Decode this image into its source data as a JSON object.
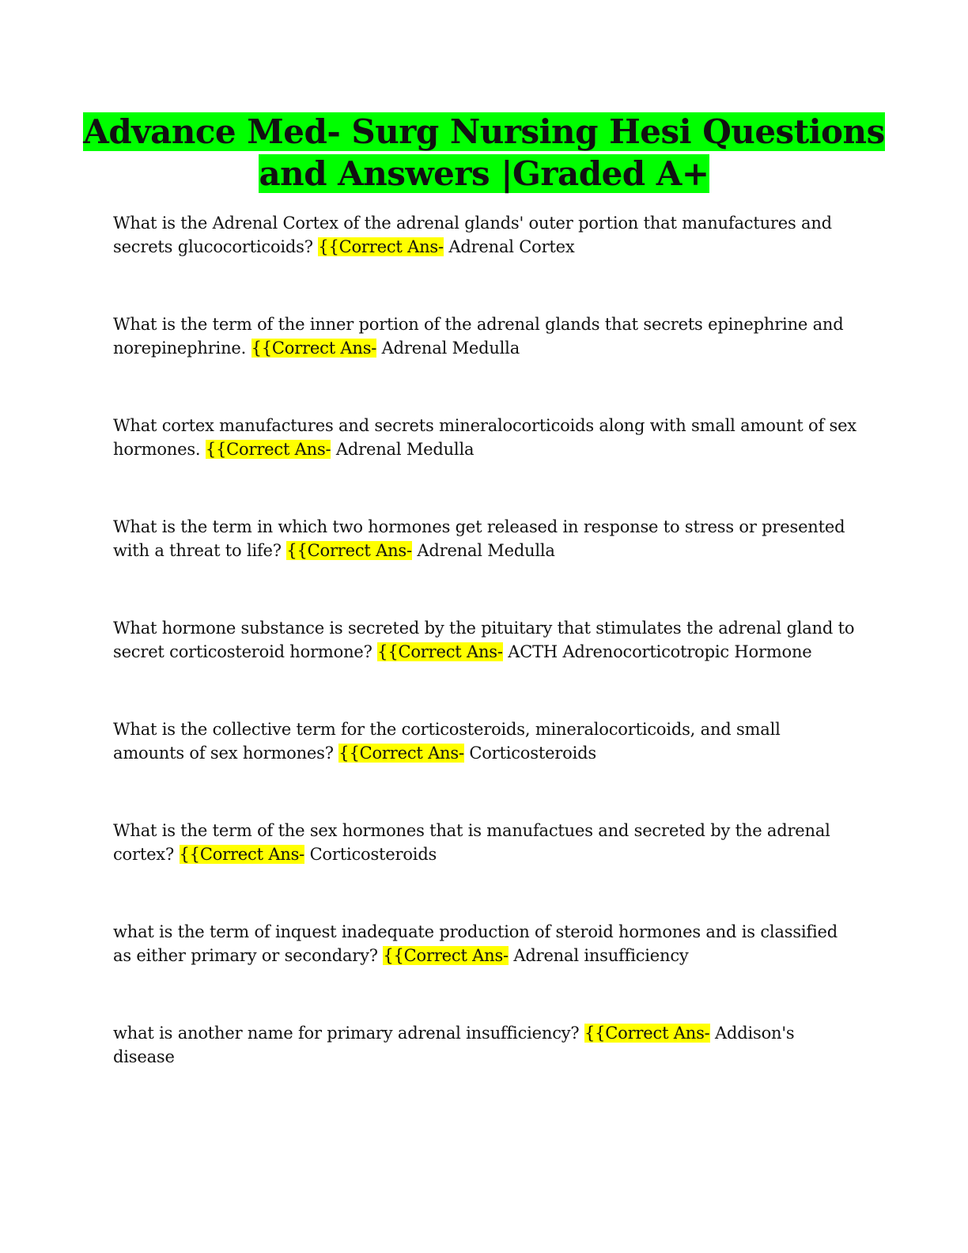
{
  "document": {
    "title_line1": "Advance Med- Surg Nursing Hesi Questions",
    "title_line2": "and Answers |Graded A+",
    "title_highlight_color": "#00ff00",
    "answer_tag_highlight_color": "#ffff00",
    "items": [
      {
        "question": "What is the Adrenal Cortex of the adrenal glands' outer portion that manufactures and secrets glucocorticoids?",
        "tag": "{{Correct Ans-",
        "answer": "Adrenal Cortex"
      },
      {
        "question": "What is the term of the inner portion of the adrenal glands that secrets epinephrine and norepinephrine.",
        "tag": "{{Correct Ans-",
        "answer": "Adrenal Medulla"
      },
      {
        "question": "What cortex manufactures and secrets mineralocorticoids along with small amount of sex hormones.",
        "tag": "{{Correct Ans-",
        "answer": "Adrenal Medulla"
      },
      {
        "question": "What is the term in which two hormones get released in response to stress or presented with a threat to life?",
        "tag": "{{Correct Ans-",
        "answer": "Adrenal Medulla"
      },
      {
        "question": "What hormone substance is secreted by the pituitary that stimulates the adrenal gland to secret corticosteroid hormone?",
        "tag": "{{Correct Ans-",
        "answer": "ACTH Adrenocorticotropic Hormone"
      },
      {
        "question": "What is the collective term for the corticosteroids, mineralocorticoids, and small amounts of sex hormones?",
        "tag": "{{Correct Ans-",
        "answer": "Corticosteroids"
      },
      {
        "question": "What is the term of the sex hormones that is manufactues and secreted by the adrenal cortex?",
        "tag": "{{Correct Ans-",
        "answer": "Corticosteroids"
      },
      {
        "question": "what is the term of inquest inadequate production of steroid hormones and is classified as either primary or secondary?",
        "tag": "{{Correct Ans-",
        "answer": "Adrenal insufficiency"
      },
      {
        "question": "what is another name for primary adrenal insufficiency?",
        "tag": "{{Correct Ans-",
        "answer": "Addison's disease"
      }
    ]
  }
}
